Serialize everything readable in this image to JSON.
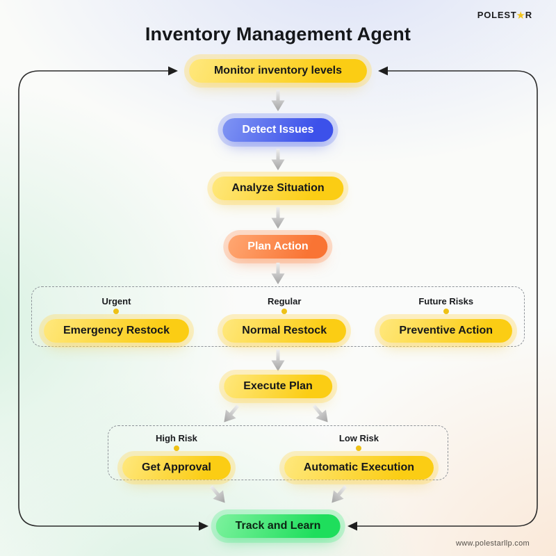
{
  "brand": {
    "logo_text_before_star": "POLEST",
    "logo_star": "★",
    "logo_text_after_star": "R",
    "website": "www.polestarllp.com"
  },
  "title": "Inventory Management Agent",
  "nodes": {
    "monitor": "Monitor inventory levels",
    "detect": "Detect Issues",
    "analyze": "Analyze Situation",
    "plan": "Plan Action",
    "execute": "Execute Plan",
    "track": "Track and Learn"
  },
  "plan_branches": [
    {
      "condition": "Urgent",
      "action": "Emergency Restock"
    },
    {
      "condition": "Regular",
      "action": "Normal Restock"
    },
    {
      "condition": "Future Risks",
      "action": "Preventive Action"
    }
  ],
  "execute_branches": [
    {
      "condition": "High Risk",
      "action": "Get Approval"
    },
    {
      "condition": "Low Risk",
      "action": "Automatic Execution"
    }
  ],
  "colors": {
    "brand-star": "#F2C41D",
    "title-text": "#15171A",
    "node-yellow-light": "#FFE87E",
    "node-yellow": "#FBCD14",
    "node-blue-light": "#8095F3",
    "node-blue": "#3C51EA",
    "node-orange-light": "#FFA873",
    "node-orange": "#F97434",
    "node-green-light": "#7DF29E",
    "node-green": "#1EDE5C",
    "branch-dot": "#EEC117",
    "loop-line": "#2B2B2B",
    "flow-arrow-gray": "#A8A8A8"
  }
}
